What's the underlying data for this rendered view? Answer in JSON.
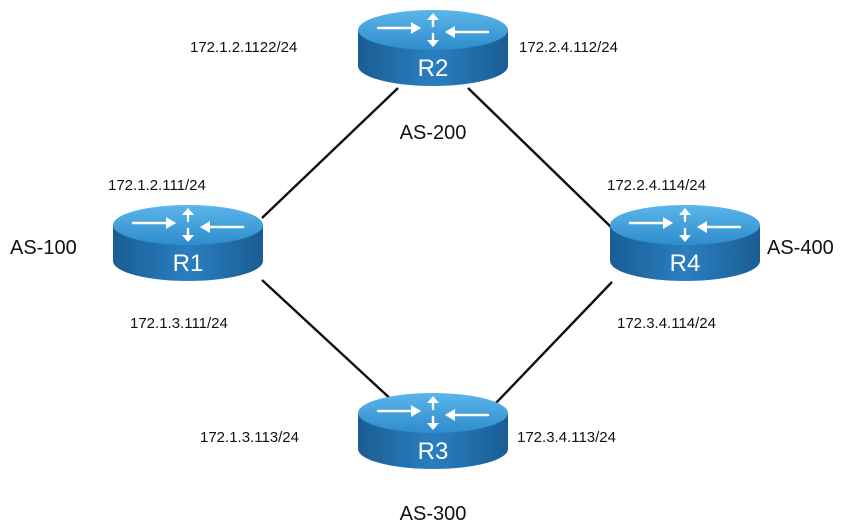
{
  "routers": [
    {
      "name": "R1",
      "as": "AS-100"
    },
    {
      "name": "R2",
      "as": "AS-200"
    },
    {
      "name": "R3",
      "as": "AS-300"
    },
    {
      "name": "R4",
      "as": "AS-400"
    }
  ],
  "interfaces": {
    "r1_r2": "172.1.2.111/24",
    "r1_r3": "172.1.3.111/24",
    "r2_r1": "172.1.2.1122/24",
    "r2_r4": "172.2.4.112/24",
    "r3_r1": "172.1.3.113/24",
    "r3_r4": "172.3.4.113/24",
    "r4_r2": "172.2.4.114/24",
    "r4_r3": "172.3.4.114/24"
  },
  "links": [
    {
      "from": "R1",
      "to": "R2"
    },
    {
      "from": "R2",
      "to": "R4"
    },
    {
      "from": "R1",
      "to": "R3"
    },
    {
      "from": "R3",
      "to": "R4"
    }
  ],
  "colors": {
    "router_top": "#3a9ad6",
    "router_body": "#1f6fae",
    "link": "#111111"
  },
  "icons": {
    "router": "router-icon"
  }
}
